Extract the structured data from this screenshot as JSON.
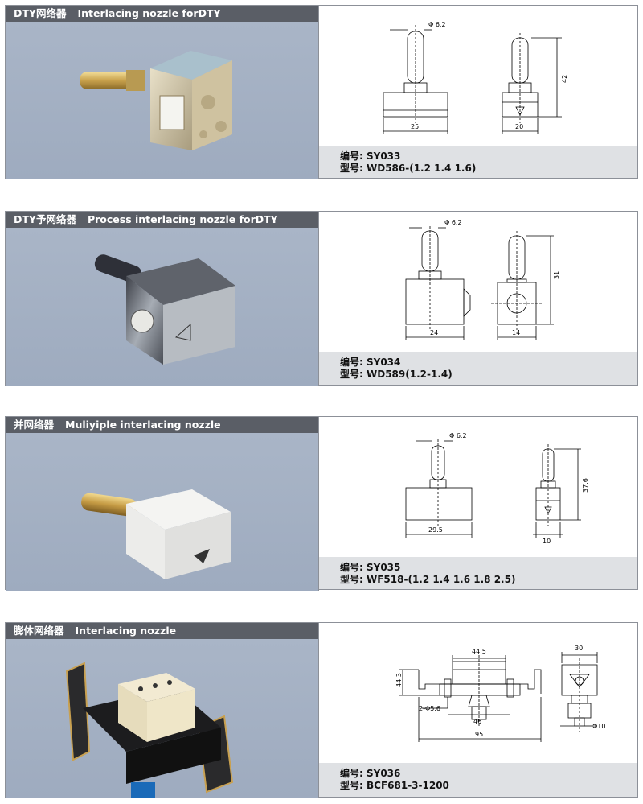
{
  "products": [
    {
      "title_cn": "DTY网络器",
      "title_en": "Interlacing nozzle forDTY",
      "dims": {
        "phi": "Φ 6.2",
        "width_front": "25",
        "width_side": "20",
        "height": "42"
      },
      "code_label": "编号:",
      "code": "SY033",
      "model_label": "型号:",
      "model": "WD586-(1.2  1.4  1.6)"
    },
    {
      "title_cn": "DTY予网络器",
      "title_en": "Process interlacing nozzle forDTY",
      "dims": {
        "phi": "Φ 6.2",
        "width_front": "24",
        "width_side": "14",
        "height": "31"
      },
      "code_label": "编号:",
      "code": "SY034",
      "model_label": "型号:",
      "model": "WD589(1.2-1.4)"
    },
    {
      "title_cn": "并网络器",
      "title_en": "Muliyiple interlacing nozzle",
      "dims": {
        "phi": "Φ 6.2",
        "width_front": "29.5",
        "width_side": "10",
        "height": "37.6"
      },
      "code_label": "编号:",
      "code": "SY035",
      "model_label": "型号:",
      "model": "WF518-(1.2  1.4  1.6  1.8  2.5)"
    },
    {
      "title_cn": "膨体网络器",
      "title_en": "Interlacing nozzle",
      "dims": {
        "top": "44.5",
        "height": "44.3",
        "holes": "2-Φ5.6",
        "inner": "46",
        "total": "95",
        "side_top": "30",
        "side_phi": "Φ10"
      },
      "code_label": "编号:",
      "code": "SY036",
      "model_label": "型号:",
      "model": "BCF681-3-1200"
    }
  ]
}
